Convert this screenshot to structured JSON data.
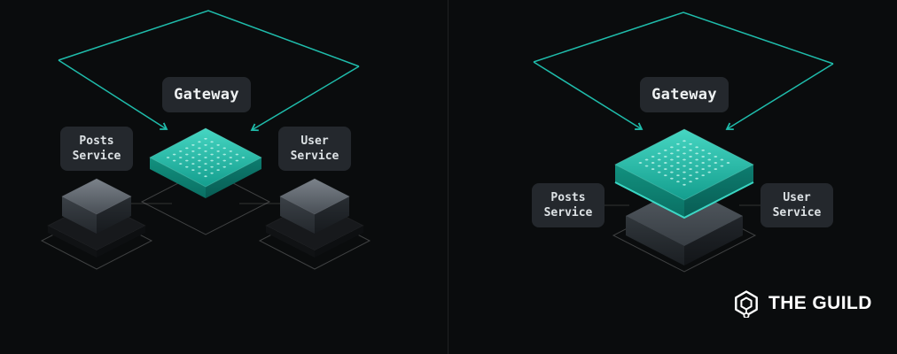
{
  "background": "#0a0c0d",
  "accent_color": "#1fbcab",
  "label_bg_color": "#24282d",
  "panels": {
    "left": {
      "gateway": "Gateway",
      "posts": {
        "line1": "Posts",
        "line2": "Service"
      },
      "user": {
        "line1": "User",
        "line2": "Service"
      }
    },
    "right": {
      "gateway": "Gateway",
      "posts": {
        "line1": "Posts",
        "line2": "Service"
      },
      "user": {
        "line1": "User",
        "line2": "Service"
      }
    }
  },
  "logo": {
    "icon": "guild-hexagon-icon",
    "text": "THE GUILD"
  }
}
